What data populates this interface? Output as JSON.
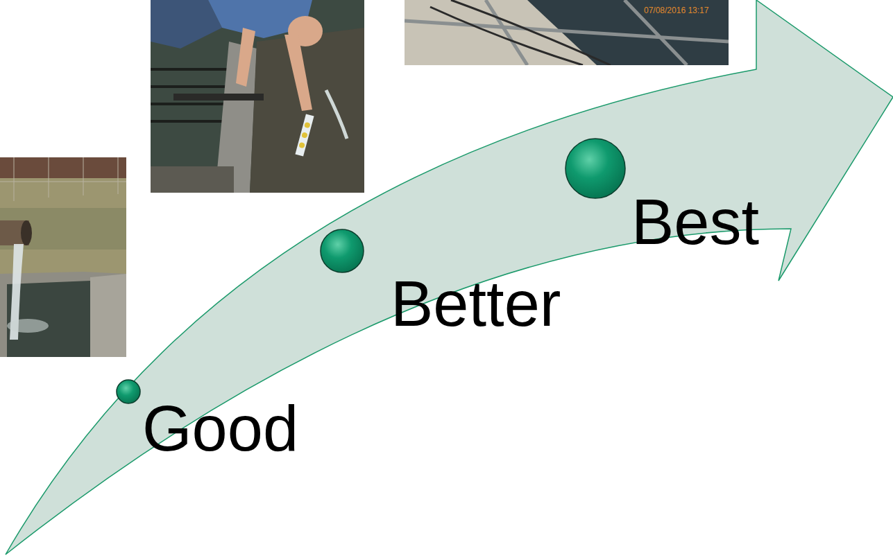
{
  "diagram": {
    "labels": [
      "Good",
      "Better",
      "Best",
      "07/08/2016 13:17"
    ]
  }
}
